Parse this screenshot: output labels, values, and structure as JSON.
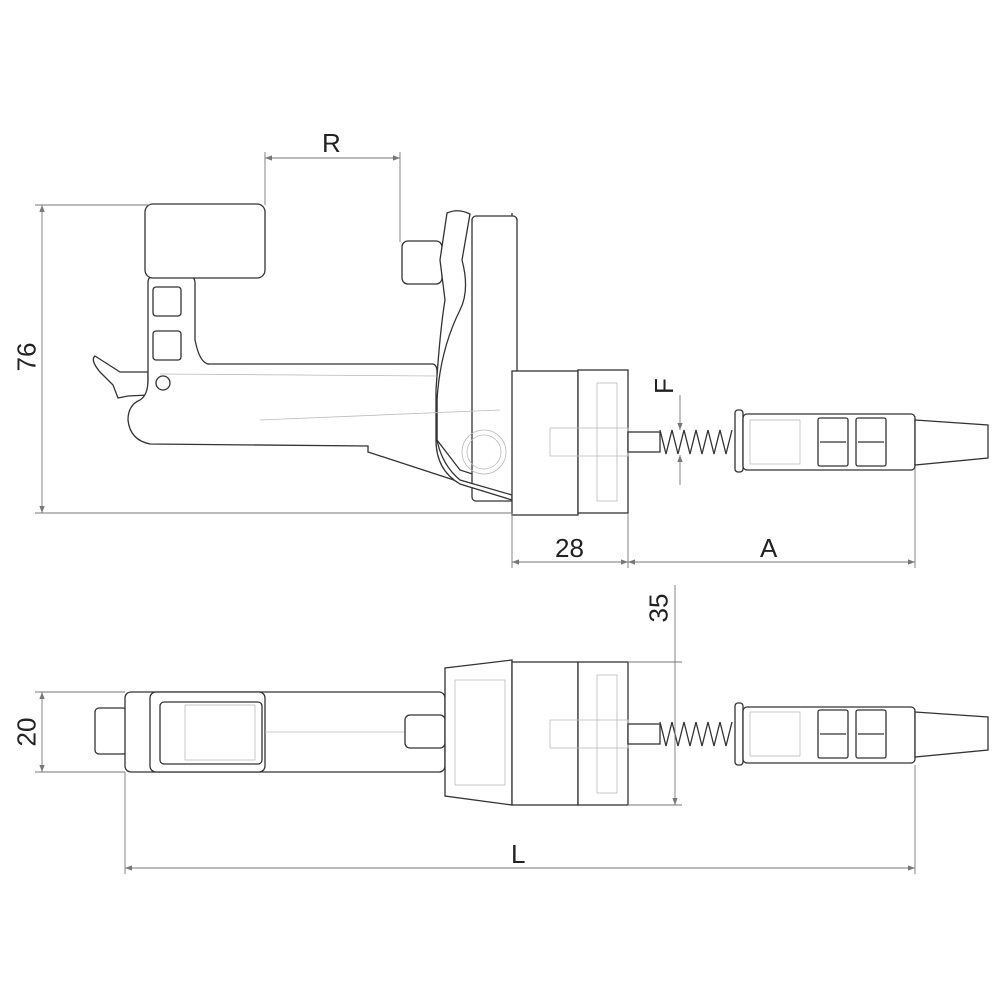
{
  "title": "Clamp dimension drawing",
  "dimensions": {
    "reach": "R",
    "height": "76",
    "screw_diameter": "F",
    "collar_length": "28",
    "screw_length": "A",
    "collar_diameter": "35",
    "body_width": "20",
    "overall_length": "L"
  },
  "colors": {
    "outline": "#333333",
    "hidden": "#bbbbbb",
    "dimension": "#777777"
  }
}
